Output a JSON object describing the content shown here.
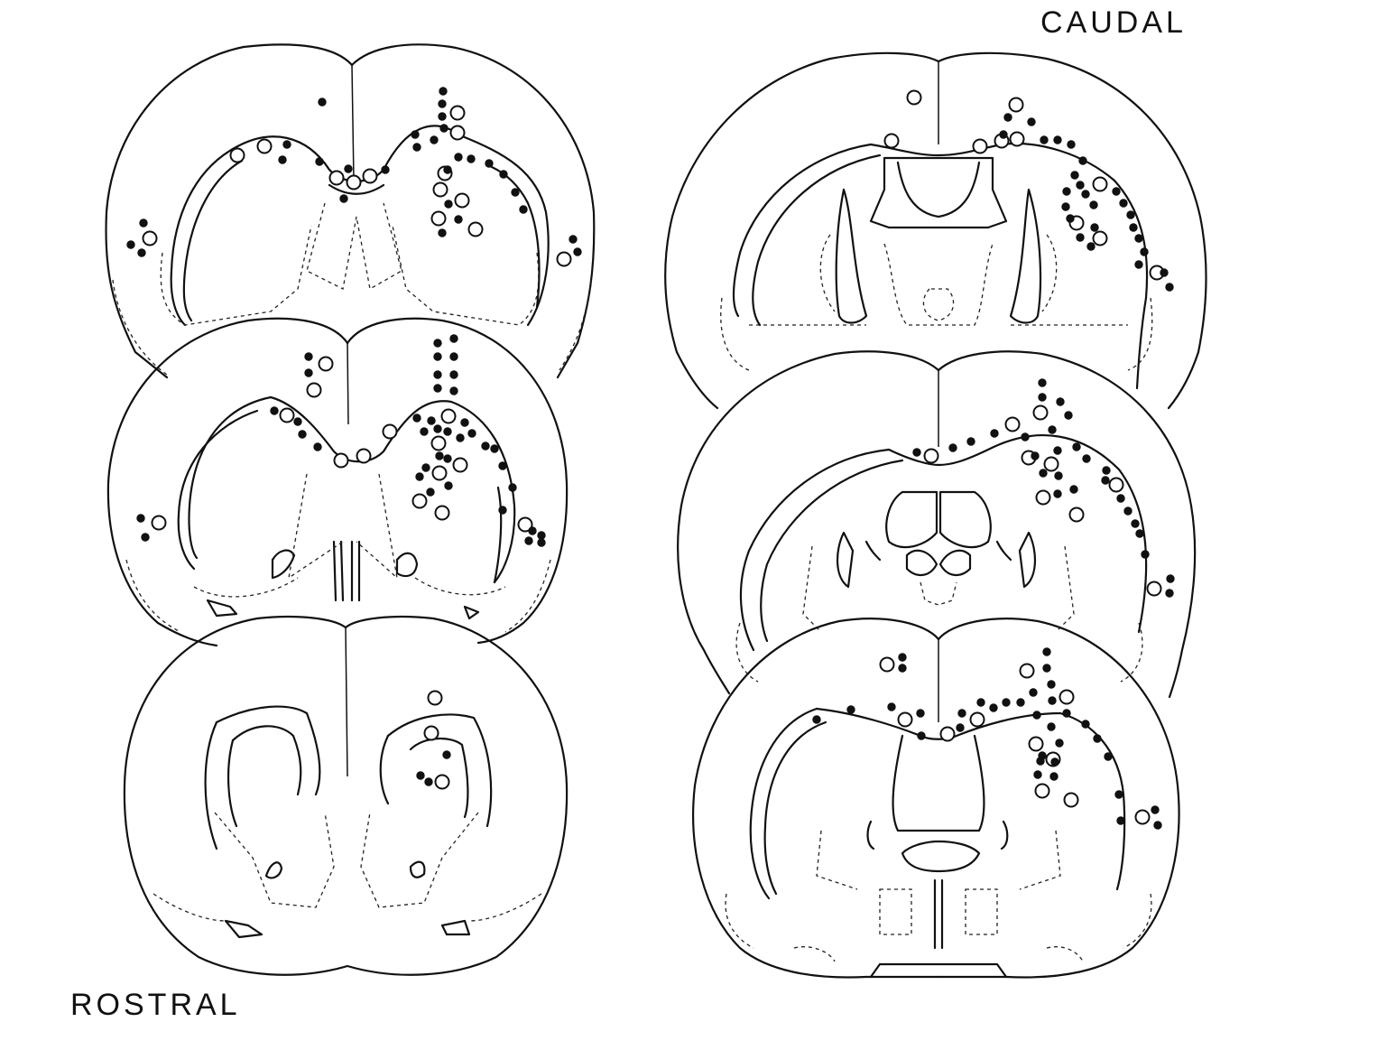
{
  "labels": {
    "caudal": "CAUDAL",
    "rostral": "ROSTRAL"
  },
  "legend_symbols": {
    "open": "open-circle",
    "filled": "filled-circle"
  }
}
